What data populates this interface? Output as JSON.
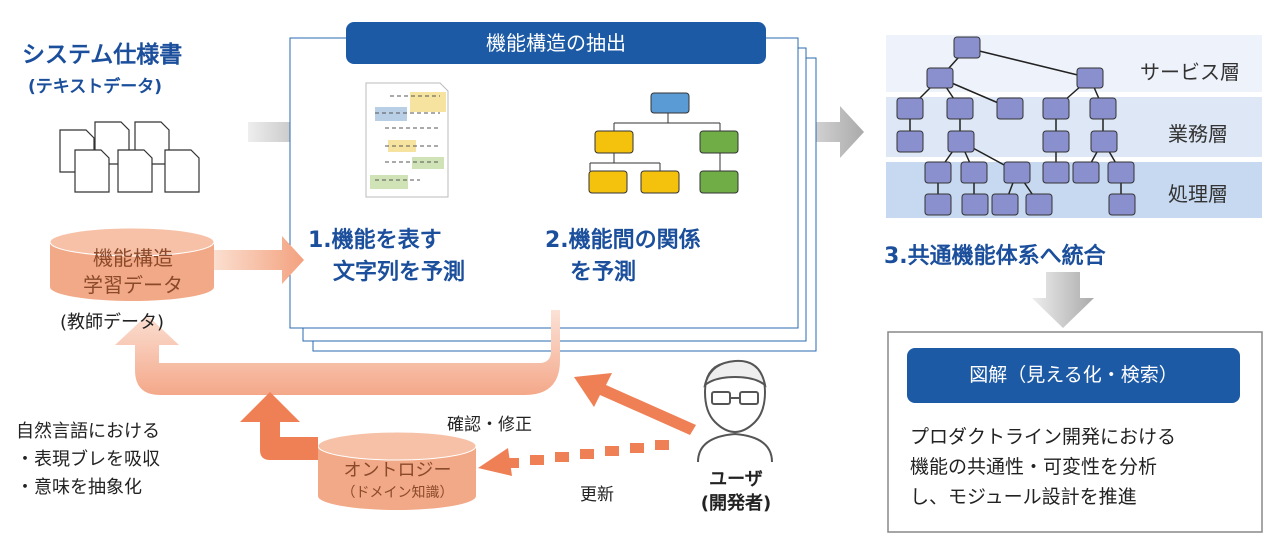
{
  "source": {
    "title": "システム仕様書",
    "subtitle": "(テキストデータ)"
  },
  "training": {
    "line1": "機能構造",
    "line2": "学習データ",
    "note": "(教師データ)"
  },
  "extraction": {
    "header": "機能構造の抽出",
    "step1": {
      "line1": "1.機能を表す",
      "line2": "文字列を予測"
    },
    "step2": {
      "line1": "2.機能間の関係",
      "line2": "を予測"
    }
  },
  "integration": {
    "title": "3.共通機能体系へ統合",
    "layers": [
      "サービス層",
      "業務層",
      "処理層"
    ]
  },
  "result": {
    "button": "図解（見える化・検索）",
    "lines": [
      "プロダクトライン開発における",
      "機能の共通性・可変性を分析",
      "し、モジュール設計を推進"
    ]
  },
  "ontology": {
    "line1": "オントロジー",
    "line2": "（ドメイン知識）"
  },
  "nlp_note": [
    "自然言語における",
    "・表現ブレを吸収",
    "・意味を抽象化"
  ],
  "labels": {
    "confirm": "確認・修正",
    "update": "更新"
  },
  "user": {
    "line1": "ユーザ",
    "line2": "(開発者)"
  },
  "colors": {
    "blue": "#1b4f9c",
    "orange": "#f08a5d",
    "node": "#8a8fce"
  }
}
